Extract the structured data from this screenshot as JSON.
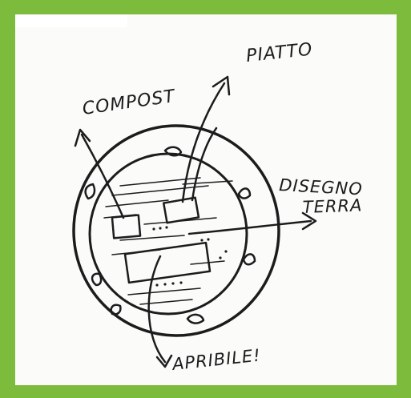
{
  "labels": {
    "compost": "COMPOST",
    "piatto": "PIATTO",
    "disegno": "DISEGNO",
    "terra": "TERRA",
    "apribile": "APRIBILE!"
  },
  "colors": {
    "frame": "#7dbb3c",
    "paper": "#fbfbfa",
    "ink": "#1c1c1c"
  }
}
